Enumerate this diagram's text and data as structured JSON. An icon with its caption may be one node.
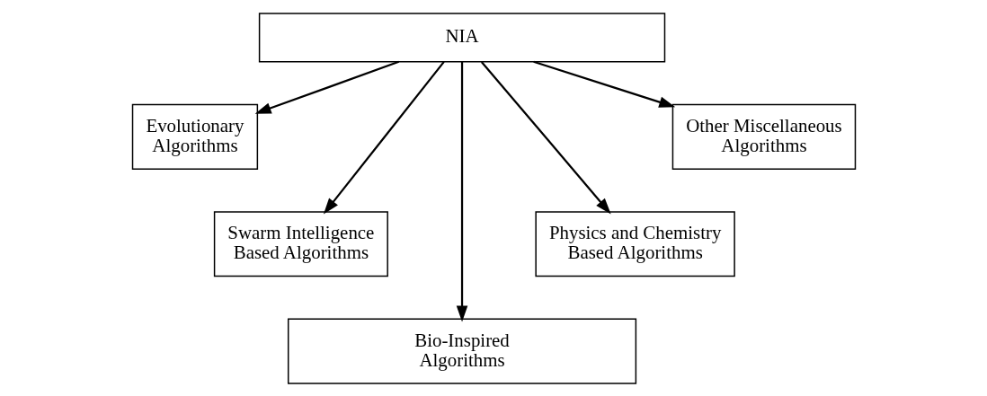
{
  "diagram": {
    "nodes": [
      {
        "text": [
          "NIA"
        ]
      },
      {
        "text": [
          "Evolutionary Algorithms"
        ]
      },
      {
        "text": [
          "Swarm Intelligence Based Algorithms"
        ]
      },
      {
        "text": [
          "Bio-Inspired Algorithms"
        ]
      },
      {
        "text": [
          "Physics and Chemistry Based Algorithms"
        ]
      },
      {
        "text": [
          "Other Miscellaneous Algorithms"
        ]
      }
    ],
    "edges": [
      {
        "from": 0,
        "to": 1,
        "arrow": "to"
      },
      {
        "from": 0,
        "to": 2,
        "arrow": "to"
      },
      {
        "from": 0,
        "to": 3,
        "arrow": "to"
      },
      {
        "from": 0,
        "to": 4,
        "arrow": "to"
      },
      {
        "from": 0,
        "to": 5,
        "arrow": "to"
      }
    ]
  }
}
